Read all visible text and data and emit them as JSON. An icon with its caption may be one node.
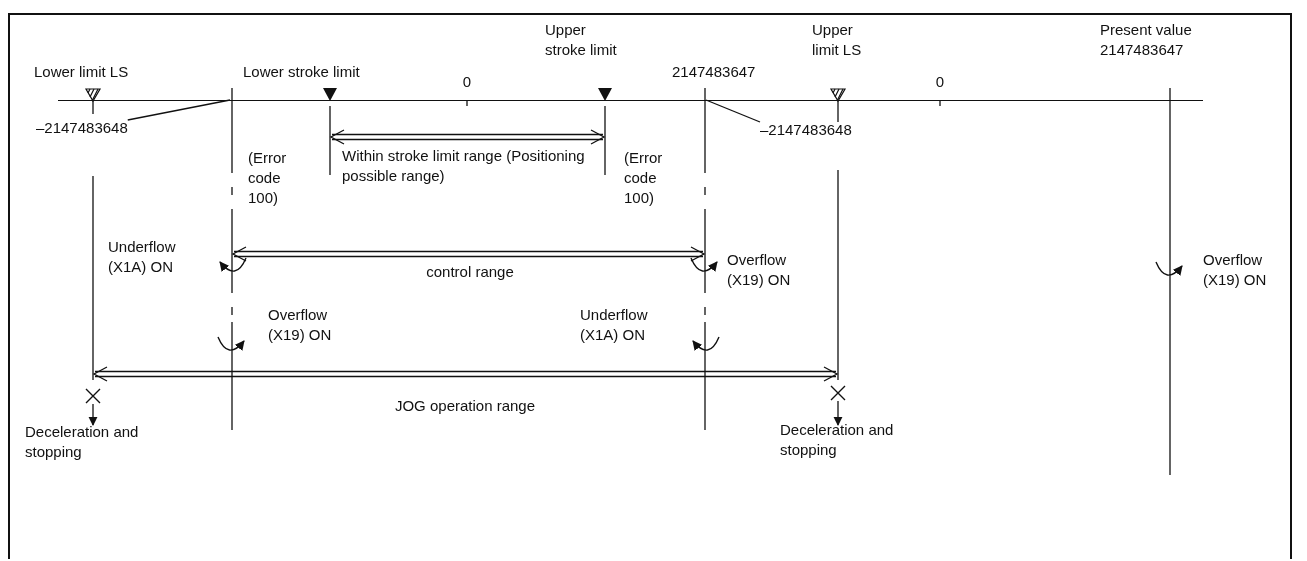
{
  "diagram": {
    "nodes": [
      {
        "text": [
          "–2147483648"
        ]
      },
      {
        "text": [
          "–2147483648"
        ]
      },
      {
        "text": [
          "Deceleration and stopping"
        ]
      },
      {
        "text": [
          "Deceleration and stopping"
        ]
      },
      {
        "text": [],
        "shape": "bar"
      },
      {
        "text": [],
        "shape": "cross"
      },
      {
        "text": [],
        "shape": "cross"
      }
    ],
    "edges": [
      {
        "from": 0,
        "to": 4,
        "arrow": "none"
      },
      {
        "from": 1,
        "to": 4,
        "arrow": "none"
      },
      {
        "from": 5,
        "to": 2,
        "arrow": "to"
      },
      {
        "from": 6,
        "to": 3,
        "arrow": "to"
      }
    ],
    "labels": [
      "Upper stroke limit",
      "Upper limit LS",
      "Present value 2147483647",
      "Lower limit LS",
      "Lower stroke limit",
      "0",
      "2147483647",
      "0",
      "Within stroke limit range (Positioning possible range)",
      "(Error code 100)",
      "(Error code 100)",
      "Underflow (X1A) ON",
      "control range",
      "Overflow (X19) ON",
      "Overflow (X19) ON",
      "Overflow (X19) ON",
      "Underflow (X1A) ON",
      "JOG operation range"
    ]
  }
}
